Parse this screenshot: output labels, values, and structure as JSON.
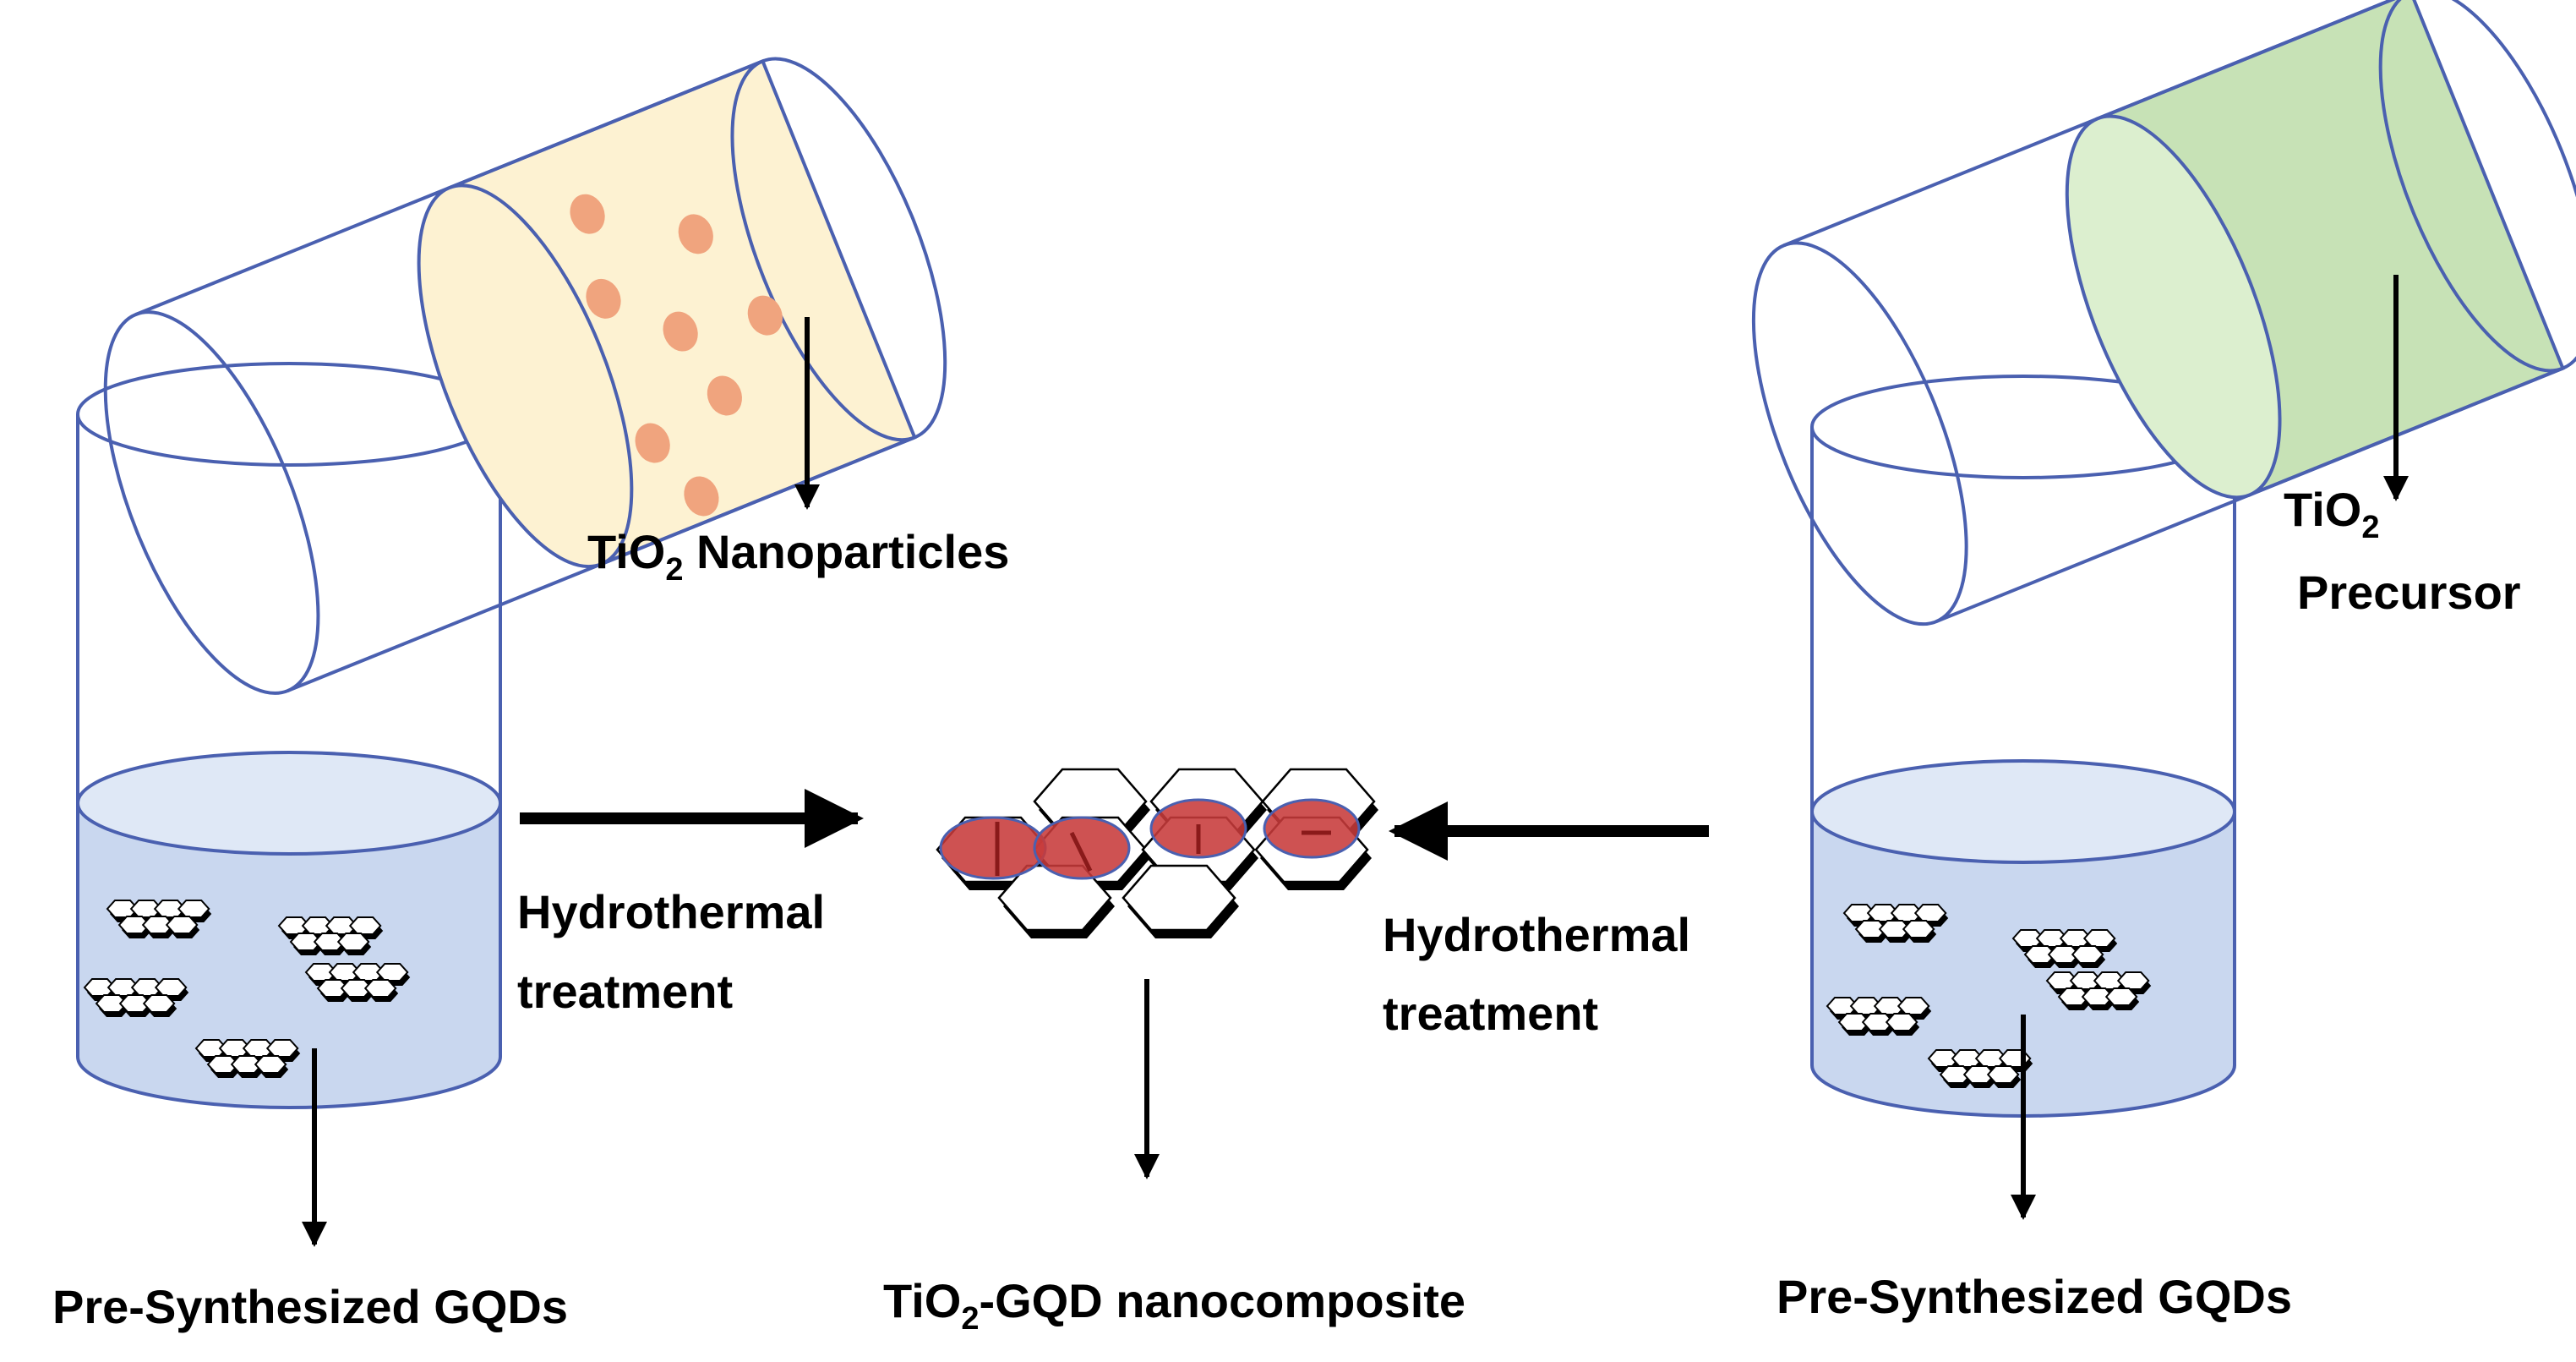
{
  "labels": {
    "tio2_nanoparticles": {
      "pre": "TiO",
      "sub": "2",
      "post": " Nanoparticles"
    },
    "tio2_precursor_line1": {
      "pre": "TiO",
      "sub": "2",
      "post": ""
    },
    "tio2_precursor_line2": "Precursor",
    "hydrothermal_left_line1": "Hydrothermal",
    "hydrothermal_left_line2": "treatment",
    "hydrothermal_right_line1": "Hydrothermal",
    "hydrothermal_right_line2": "treatment",
    "gqds_left": "Pre-Synthesized GQDs",
    "gqds_right": "Pre-Synthesized GQDs",
    "nanocomposite": {
      "pre": "TiO",
      "sub": "2",
      "post": "-GQD nanocomposite"
    }
  },
  "colors": {
    "outline": "#4a60b0",
    "liquid": "#c9d7ef",
    "liquid_top": "#dfe8f6",
    "nanoparticle_fill": "#fdf2d2",
    "nanoparticle_dot": "#f0a47e",
    "precursor_fill": "#c7e2b6",
    "tio2_on_gqd": "#c73a3a",
    "hex_fill": "#ffffff",
    "hex_stroke": "#000000"
  }
}
